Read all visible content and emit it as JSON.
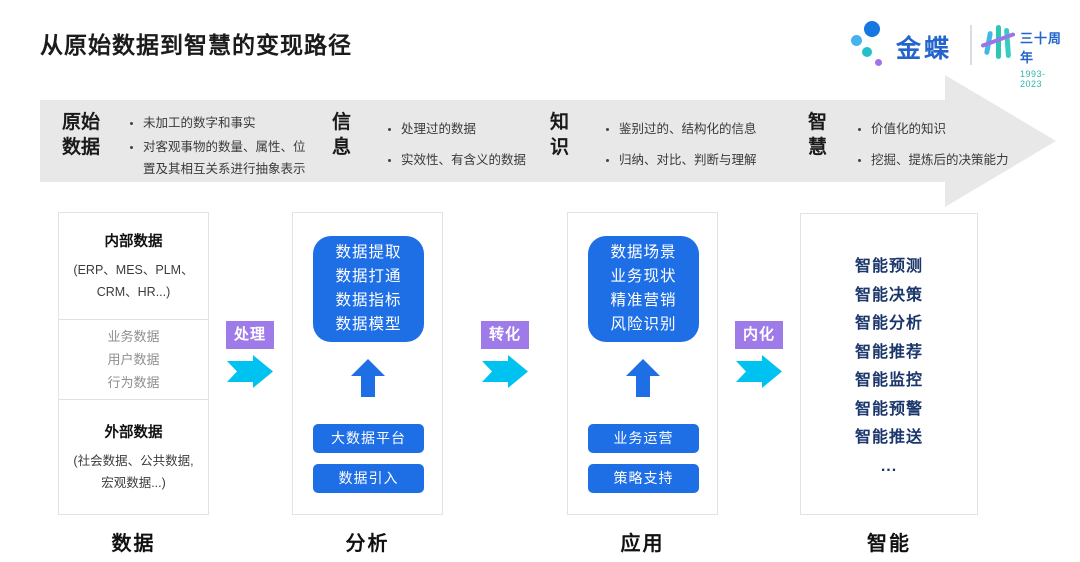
{
  "title": "从原始数据到智慧的变现路径",
  "logo": {
    "brand": "金蝶",
    "anniversary": "三十周年",
    "years": "1993-2023"
  },
  "banner": {
    "stages": [
      {
        "t1": "原始",
        "t2": "数据",
        "points": [
          "未加工的数字和事实",
          "对客观事物的数量、属性、位置及其相互关系进行抽象表示"
        ]
      },
      {
        "t1": "信",
        "t2": "息",
        "points": [
          "处理过的数据",
          "实效性、有含义的数据"
        ]
      },
      {
        "t1": "知",
        "t2": "识",
        "points": [
          "鉴别过的、结构化的信息",
          "归纳、对比、判断与理解"
        ]
      },
      {
        "t1": "智",
        "t2": "慧",
        "points": [
          "价值化的知识",
          "挖掘、提炼后的决策能力"
        ]
      }
    ]
  },
  "flow_arrows": [
    {
      "label": "处理"
    },
    {
      "label": "转化"
    },
    {
      "label": "内化"
    }
  ],
  "columns": [
    {
      "label": "数据",
      "internal": {
        "title": "内部数据",
        "sub": "(ERP、MES、PLM、CRM、HR...)"
      },
      "middle": {
        "items": [
          "业务数据",
          "用户数据",
          "行为数据"
        ]
      },
      "external": {
        "title": "外部数据",
        "sub": "(社会数据、公共数据, 宏观数据...)"
      }
    },
    {
      "label": "分析",
      "main": "数据提取\n数据打通\n数据指标\n数据模型",
      "buttons": [
        "大数据平台",
        "数据引入"
      ]
    },
    {
      "label": "应用",
      "main": "数据场景\n业务现状\n精准营销\n风险识别",
      "buttons": [
        "业务运营",
        "策略支持"
      ]
    },
    {
      "label": "智能",
      "items": [
        "智能预测",
        "智能决策",
        "智能分析",
        "智能推荐",
        "智能监控",
        "智能预警",
        "智能推送",
        "..."
      ]
    }
  ],
  "colors": {
    "blue": "#1e6ee6",
    "cyan": "#00c2f0",
    "purple": "#9f7ae9",
    "navy": "#1b366b",
    "banner_gray": "#e8e8e8",
    "brand_blue": "#2365cc",
    "teal": "#2fb4ac"
  }
}
